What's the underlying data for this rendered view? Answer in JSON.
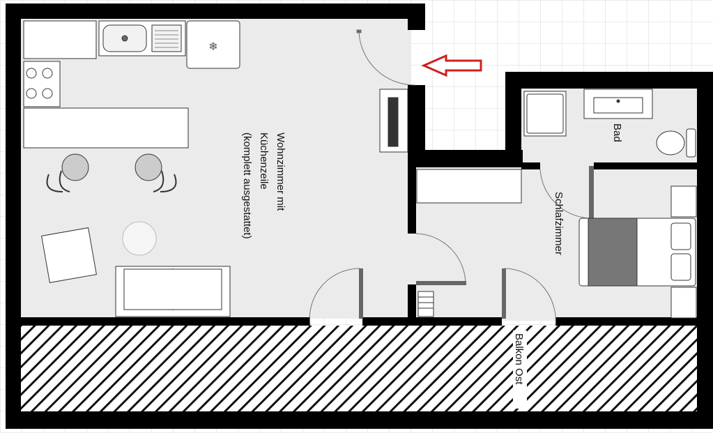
{
  "rooms": {
    "living": [
      "Wohnzimmer mit",
      "Küchenzeile",
      "(komplett ausgestattet)"
    ],
    "bath": "Bad",
    "bedroom": "Schlafzimmer",
    "balcony": "Balkon Ost"
  },
  "colors": {
    "wall": "#000000",
    "floor": "#ebebeb",
    "grid": "#d4d4d4",
    "entrance_arrow": "#d11f1f",
    "door_leaf": "#666666",
    "bed_cover": "#777777"
  },
  "icons": [
    "entrance-arrow-icon",
    "sink-icon",
    "stove-icon",
    "fridge-icon",
    "tv-icon",
    "toilet-icon",
    "shower-icon",
    "radiator-icon"
  ]
}
